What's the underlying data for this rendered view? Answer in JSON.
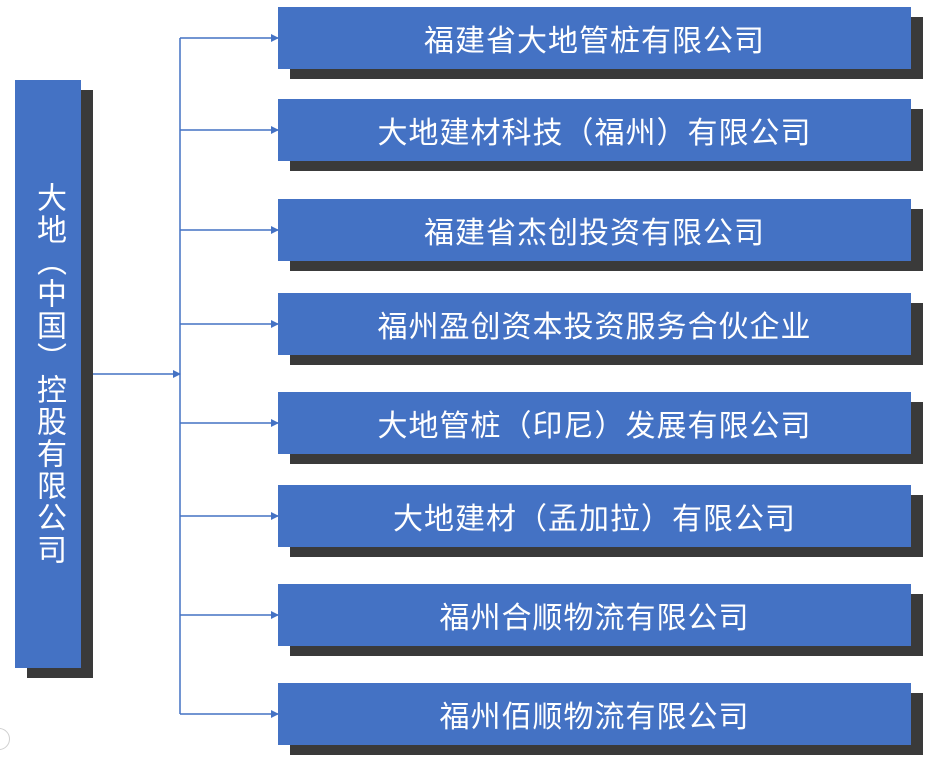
{
  "parent": {
    "label": "大地（中国）控股有限公司"
  },
  "children": [
    {
      "label": "福建省大地管桩有限公司"
    },
    {
      "label": "大地建材科技（福州）有限公司"
    },
    {
      "label": "福建省杰创投资有限公司"
    },
    {
      "label": "福州盈创资本投资服务合伙企业"
    },
    {
      "label": "大地管桩（印尼）发展有限公司"
    },
    {
      "label": "大地建材（孟加拉）有限公司"
    },
    {
      "label": "福州合顺物流有限公司"
    },
    {
      "label": "福州佰顺物流有限公司"
    }
  ],
  "colors": {
    "box_fill": "#4472c4",
    "box_text": "#ffffff",
    "shadow": "#3a3a3a",
    "connector": "#4472c4"
  }
}
